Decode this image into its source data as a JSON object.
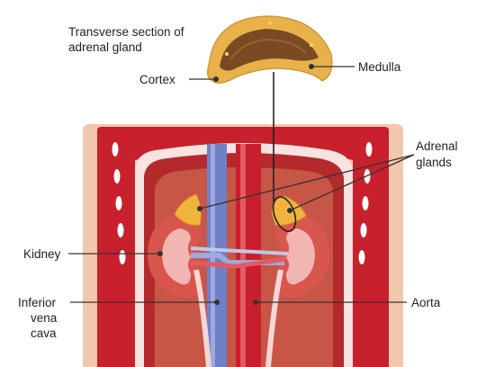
{
  "labels": {
    "section_title_line1": "Transverse section of",
    "section_title_line2": "adrenal gland",
    "cortex": "Cortex",
    "medulla": "Medulla",
    "adrenal_line1": "Adrenal",
    "adrenal_line2": "glands",
    "kidney": "Kidney",
    "ivc_line1": "Inferior",
    "ivc_line2": "vena",
    "ivc_line3": "cava",
    "aorta": "Aorta"
  },
  "colors": {
    "skin": "#f3c7ad",
    "muscle": "#c8202d",
    "cavity": "#f7e3df",
    "kidney": "#d9564f",
    "kidney_inner": "#f2b6b2",
    "adrenal": "#f0b43c",
    "cortex": "#e8b14a",
    "medulla": "#7a4a22",
    "vena_cava": "#6f80c6",
    "aorta": "#c91f2c"
  }
}
